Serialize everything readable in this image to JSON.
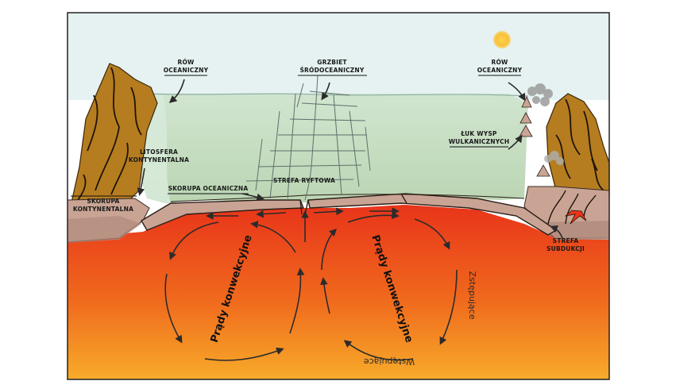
{
  "labels": {
    "row_oceaniczny_left": [
      "RÓW",
      "OCEANICZNY"
    ],
    "grzbiet": [
      "GRZBIET",
      "ŚRÓDOCEANICZNY"
    ],
    "row_oceaniczny_right": [
      "RÓW",
      "OCEANICZNY"
    ],
    "luk_wysp": [
      "ŁUK WYSP",
      "WULKANICZNYCH"
    ],
    "litosfera": [
      "LITOSFERA",
      "KONTYNENTALNA"
    ],
    "skorupa_kontynentalna": [
      "SKORUPA",
      "KONTYNENTALNA"
    ],
    "skorupa_oceaniczna": "SKORUPA OCEANICZNA",
    "strefa_ryftowa": "STREFA RYFTOWA",
    "strefa_subdukcji": [
      "STREFA",
      "SUBDUKCJI"
    ],
    "prady_left": "Prądy konwekcyjne",
    "prady_right": "Prądy konwekcyjne",
    "zstepujace": "Zstępujące",
    "wstepujace": "Wstępujące"
  },
  "colors": {
    "sky": "#e3f1f0",
    "ocean": "#c3dcbf",
    "magma_top": "#e8341a",
    "magma_bottom": "#f6a623",
    "crust": "#c9a494",
    "mountain": "#b57d20",
    "sun": "#f6c23a"
  },
  "icons": [
    "sun-icon",
    "volcano-icon",
    "smoke-cloud-icon",
    "arrow-icon"
  ]
}
